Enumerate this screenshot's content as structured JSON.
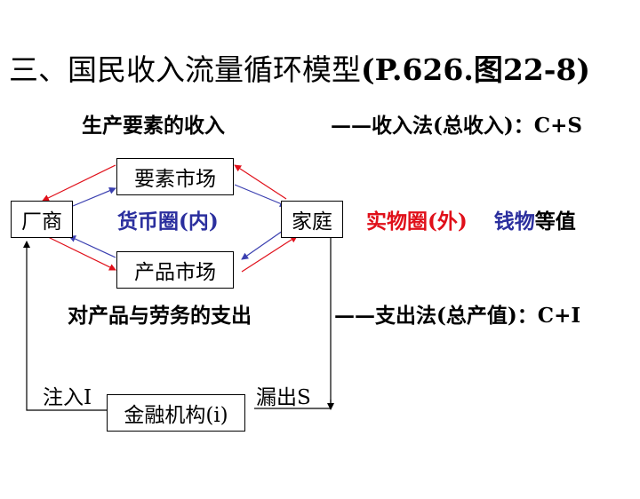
{
  "title": {
    "main": "三、国民收入流量循环模型",
    "ref": "(P.626.图22-8)"
  },
  "income": {
    "left": "生产要素的收入",
    "right": "——收入法(总收入)：C+S"
  },
  "expenditure": {
    "left": "对产品与劳务的支出",
    "right": "——支出法(总产值)：C+I"
  },
  "nodes": {
    "factor_market": "要素市场",
    "firm": "厂商",
    "household": "家庭",
    "product_market": "产品市场",
    "finance": "金融机构(i)"
  },
  "labels": {
    "money_circle": "货币圈(内)",
    "real_circle": "实物圈(外)",
    "money_word": "钱物",
    "equal": "等值",
    "injection": "注入I",
    "leakage": "漏出S"
  },
  "colors": {
    "money_flow": "#3a3fb0",
    "real_flow": "#e0101a",
    "money_text": "#2b2f9e",
    "real_text": "#e0101a"
  }
}
